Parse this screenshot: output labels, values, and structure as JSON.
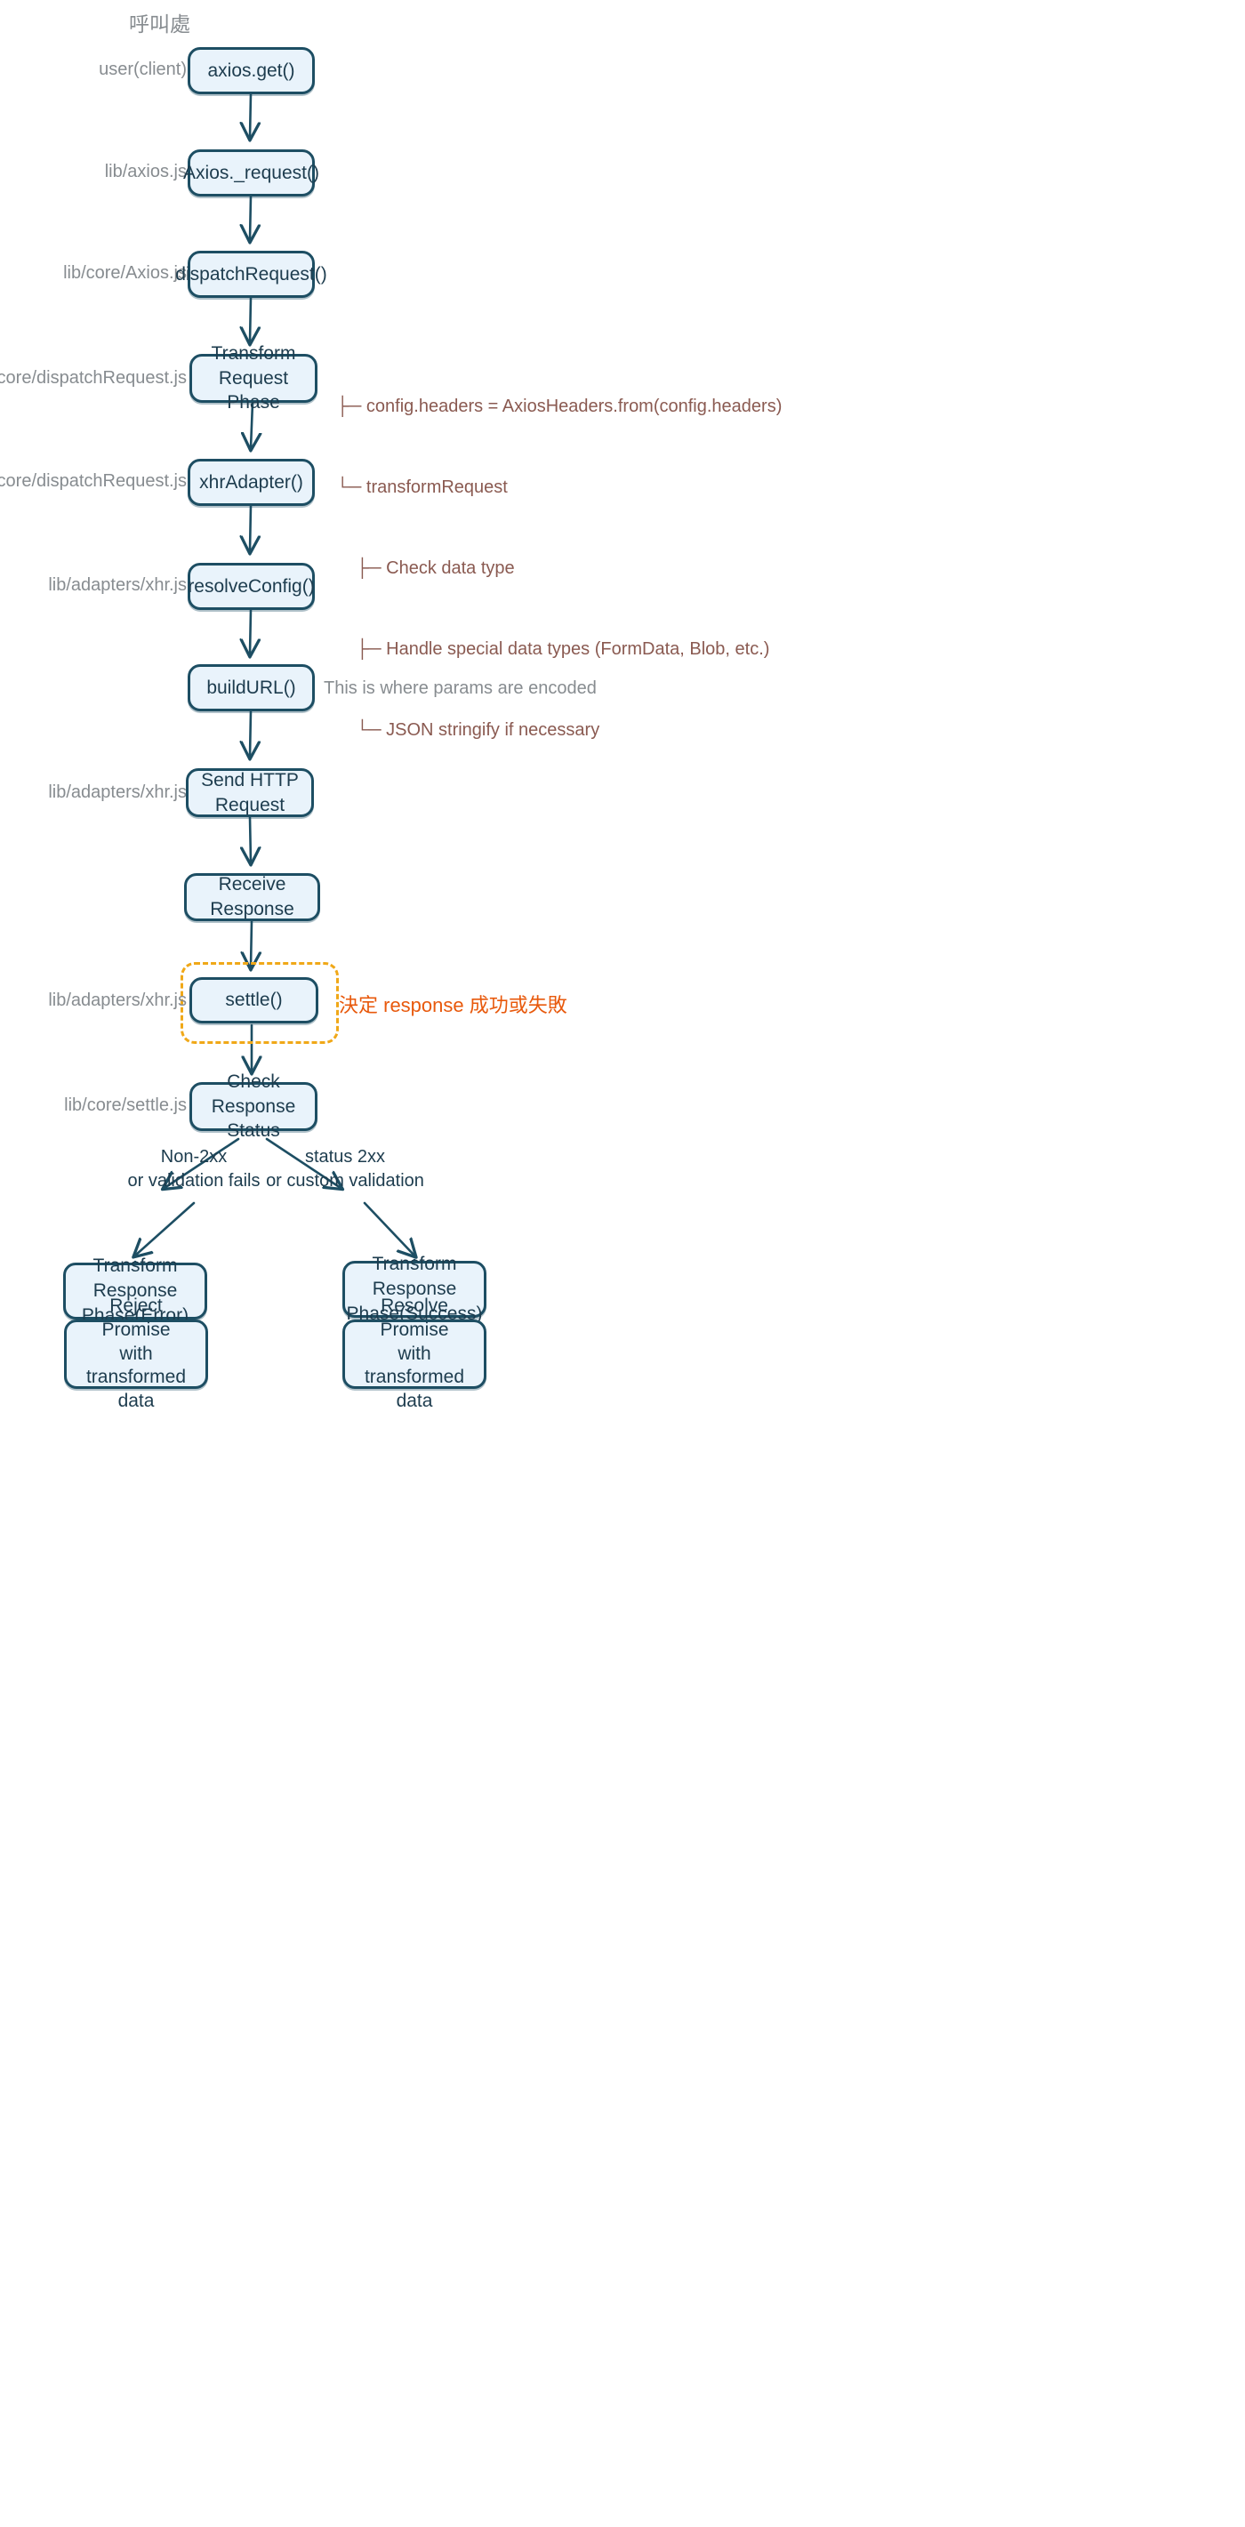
{
  "diagram": {
    "title": "呼叫處",
    "colors": {
      "node_fill": "#e9f3fb",
      "node_stroke": "#1d4e63",
      "node_text": "#1d3c4e",
      "gutter_text": "#878c90",
      "tree_note": "#8a5a51",
      "highlight_border": "#f0a818",
      "highlight_note": "#e8590c",
      "background": "#ffffff"
    },
    "nodes": [
      {
        "id": "axios-get",
        "label": "axios.get()"
      },
      {
        "id": "axios-request",
        "label": "Axios._request()"
      },
      {
        "id": "dispatch-request",
        "label": "dispatchRequest()"
      },
      {
        "id": "transform-request",
        "label": "Transform Request\nPhase"
      },
      {
        "id": "xhr-adapter",
        "label": "xhrAdapter()"
      },
      {
        "id": "resolve-config",
        "label": "resolveConfig()"
      },
      {
        "id": "build-url",
        "label": "buildURL()"
      },
      {
        "id": "send-http-request",
        "label": "Send HTTP\nRequest"
      },
      {
        "id": "receive-response",
        "label": "Receive Response"
      },
      {
        "id": "settle",
        "label": "settle()"
      },
      {
        "id": "check-response-status",
        "label": "Check Response\nStatus"
      },
      {
        "id": "transform-response-error",
        "label": "Transform Response\nPhase(Error)"
      },
      {
        "id": "transform-response-success",
        "label": "Transform Response\nPhase(Success)"
      },
      {
        "id": "reject-promise",
        "label": "Reject Promise\nwith transformed\ndata"
      },
      {
        "id": "resolve-promise",
        "label": "Resolve Promise\nwith transformed\ndata"
      }
    ],
    "file_labels": [
      {
        "id": "user-client",
        "text": "user(client)"
      },
      {
        "id": "lib-axios-js",
        "text": "lib/axios.js"
      },
      {
        "id": "lib-core-axios-js",
        "text": "lib/core/Axios.js"
      },
      {
        "id": "lib-core-dispatch-1",
        "text": "lib/core/dispatchRequest.js"
      },
      {
        "id": "lib-core-dispatch-2",
        "text": "lib/core/dispatchRequest.js"
      },
      {
        "id": "lib-adapters-xhr-1",
        "text": "lib/adapters/xhr.js"
      },
      {
        "id": "lib-adapters-xhr-2",
        "text": "lib/adapters/xhr.js"
      },
      {
        "id": "lib-adapters-xhr-3",
        "text": "lib/adapters/xhr.js"
      },
      {
        "id": "lib-core-settle-js",
        "text": "lib/core/settle.js"
      }
    ],
    "tree_note": {
      "lines": [
        "├─ config.headers = AxiosHeaders.from(config.headers)",
        "└─ transformRequest",
        "    ├─ Check data type",
        "    ├─ Handle special data types (FormData, Blob, etc.)",
        "    └─ JSON stringify if necessary"
      ]
    },
    "notes": [
      {
        "id": "build-url-note",
        "text": "This is where params are encoded"
      },
      {
        "id": "settle-note",
        "text": "決定 response 成功或失敗"
      }
    ],
    "branch_labels": [
      {
        "id": "branch-error",
        "text": "Non-2xx\nor validation fails"
      },
      {
        "id": "branch-success",
        "text": "status 2xx\nor custom validation"
      }
    ]
  }
}
